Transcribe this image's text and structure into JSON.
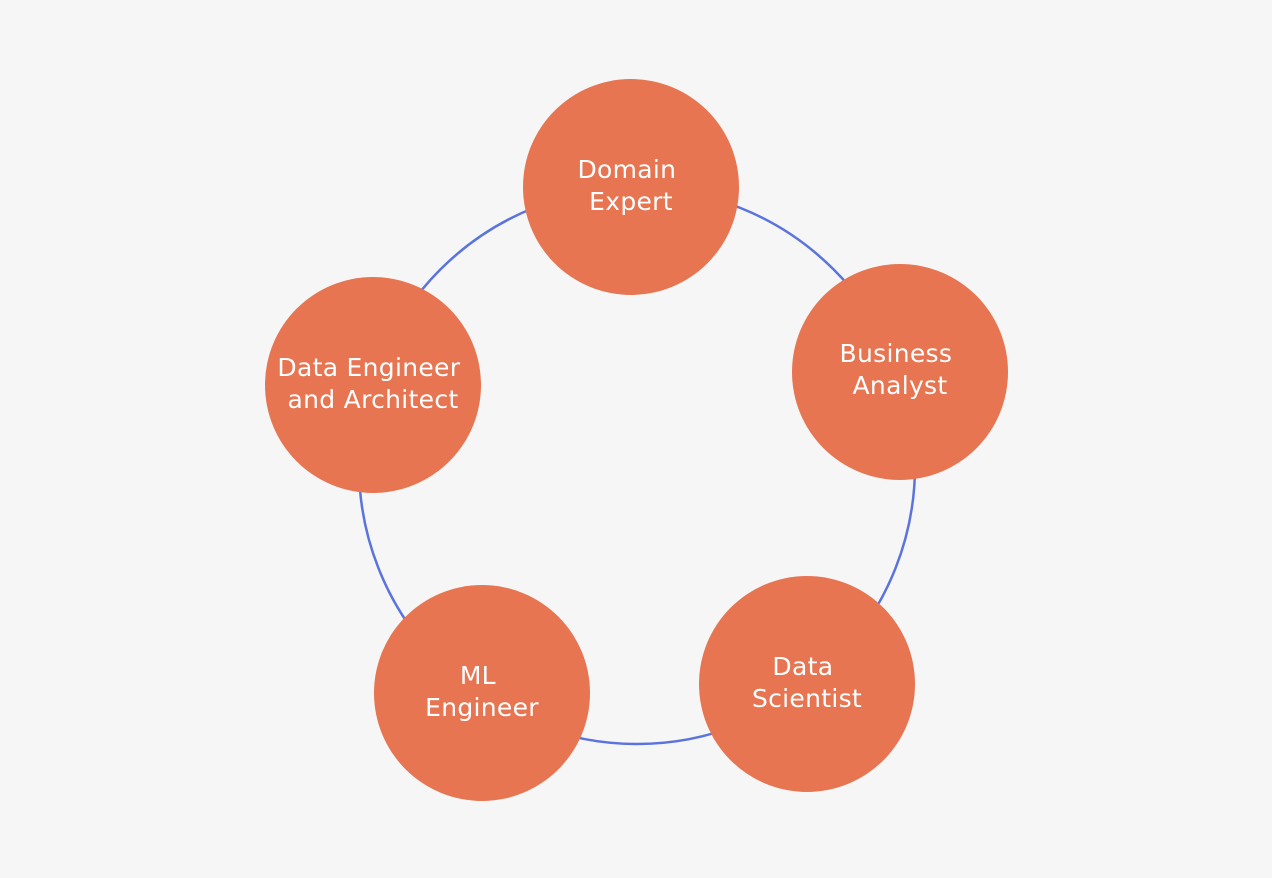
{
  "colors": {
    "background": "#f6f6f6",
    "node_fill": "#e77552",
    "ring_stroke": "#5b74dd",
    "label_text": "#ffffff"
  },
  "nodes": [
    {
      "id": "domain-expert",
      "lines": [
        "Domain",
        "Expert"
      ]
    },
    {
      "id": "business-analyst",
      "lines": [
        "Business",
        "Analyst"
      ]
    },
    {
      "id": "data-scientist",
      "lines": [
        "Data",
        "Scientist"
      ]
    },
    {
      "id": "ml-engineer",
      "lines": [
        "ML",
        "Engineer"
      ]
    },
    {
      "id": "data-engineer-architect",
      "lines": [
        "Data Engineer",
        "and Architect"
      ]
    }
  ]
}
